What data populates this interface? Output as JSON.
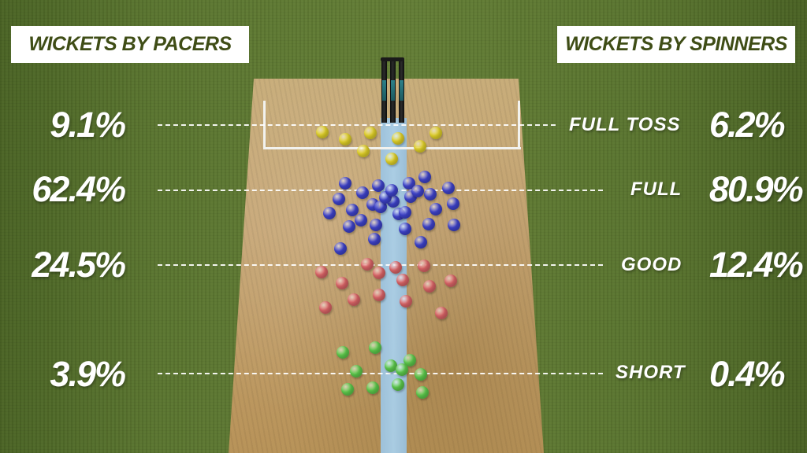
{
  "headers": {
    "pacers": "WICKETS BY PACERS",
    "spinners": "WICKETS BY SPINNERS"
  },
  "lengths": [
    {
      "label": "FULL TOSS",
      "pacers": "9.1%",
      "spinners": "6.2%"
    },
    {
      "label": "FULL",
      "pacers": "62.4%",
      "spinners": "80.9%"
    },
    {
      "label": "GOOD",
      "pacers": "24.5%",
      "spinners": "12.4%"
    },
    {
      "label": "SHORT",
      "pacers": "3.9%",
      "spinners": "0.4%"
    }
  ],
  "colors": {
    "FULL TOSS": "#e6d62a",
    "FULL": "#3f44cf",
    "GOOD": "#e0676a",
    "SHORT": "#5fcf4e",
    "header_text": "#3f4d16"
  },
  "chart_data": {
    "type": "table",
    "columns": [
      "WICKETS BY PACERS",
      "WICKETS BY SPINNERS"
    ],
    "categories": [
      "FULL TOSS",
      "FULL",
      "GOOD",
      "SHORT"
    ],
    "series": [
      {
        "name": "WICKETS BY PACERS",
        "values": [
          9.1,
          62.4,
          24.5,
          3.9
        ]
      },
      {
        "name": "WICKETS BY SPINNERS",
        "values": [
          6.2,
          80.9,
          12.4,
          0.4
        ]
      }
    ],
    "ball_counts": {
      "FULL TOSS": 8,
      "FULL": 30,
      "GOOD": 14,
      "SHORT": 11
    }
  }
}
